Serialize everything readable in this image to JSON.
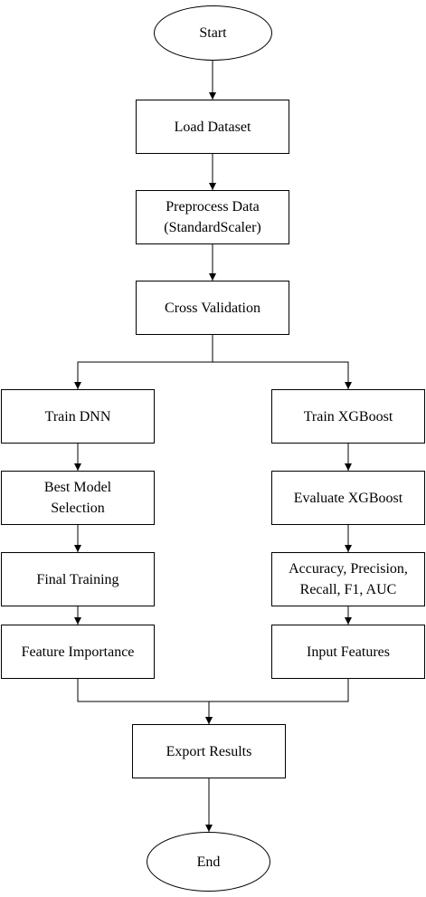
{
  "diagram": {
    "nodes": {
      "start": "Start",
      "load_dataset": "Load Dataset",
      "preprocess_data": "Preprocess Data\n(StandardScaler)",
      "cross_validation": "Cross Validation",
      "train_dnn": "Train DNN",
      "best_model_selection": "Best Model\nSelection",
      "final_training": "Final Training",
      "feature_importance": "Feature Importance",
      "train_xgboost": "Train XGBoost",
      "evaluate_xgboost": "Evaluate XGBoost",
      "metrics": "Accuracy, Precision,\nRecall, F1, AUC",
      "input_features": "Input Features",
      "export_results": "Export Results",
      "end": "End"
    },
    "edges": [
      {
        "from": "start",
        "to": "load_dataset"
      },
      {
        "from": "load_dataset",
        "to": "preprocess_data"
      },
      {
        "from": "preprocess_data",
        "to": "cross_validation"
      },
      {
        "from": "cross_validation",
        "to": "train_dnn"
      },
      {
        "from": "cross_validation",
        "to": "train_xgboost"
      },
      {
        "from": "train_dnn",
        "to": "best_model_selection"
      },
      {
        "from": "best_model_selection",
        "to": "final_training"
      },
      {
        "from": "final_training",
        "to": "feature_importance"
      },
      {
        "from": "train_xgboost",
        "to": "evaluate_xgboost"
      },
      {
        "from": "evaluate_xgboost",
        "to": "metrics"
      },
      {
        "from": "metrics",
        "to": "input_features"
      },
      {
        "from": "feature_importance",
        "to": "export_results"
      },
      {
        "from": "input_features",
        "to": "export_results"
      },
      {
        "from": "export_results",
        "to": "end"
      }
    ],
    "line_color": "#000000"
  }
}
